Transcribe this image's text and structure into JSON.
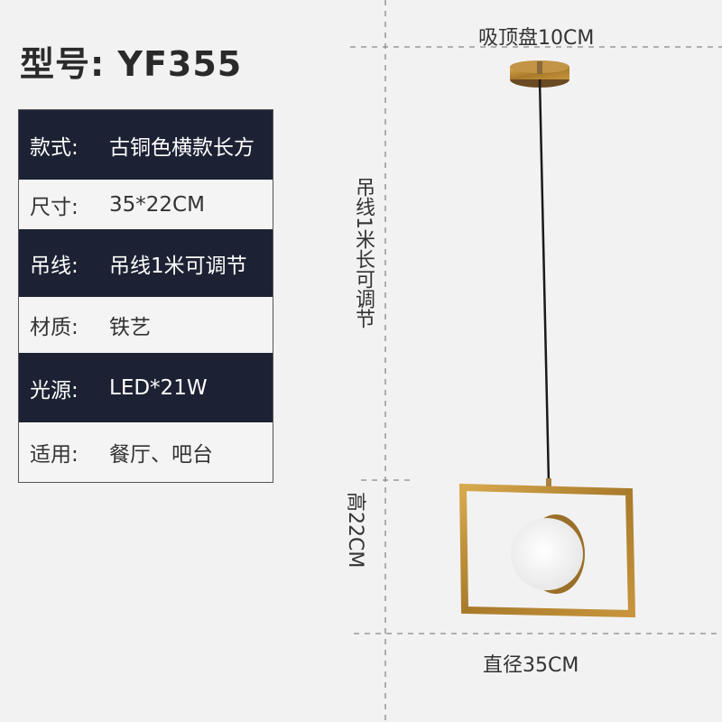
{
  "model": {
    "label": "型号: YF355"
  },
  "specs": [
    {
      "key": "款式:",
      "value": "古铜色横款长方",
      "style": "dark"
    },
    {
      "key": "尺寸:",
      "value": "35*22CM",
      "style": "light"
    },
    {
      "key": "吊线:",
      "value": "吊线1米可调节",
      "style": "dark"
    },
    {
      "key": "材质:",
      "value": "铁艺",
      "style": "light"
    },
    {
      "key": "光源:",
      "value": "LED*21W",
      "style": "dark"
    },
    {
      "key": "适用:",
      "value": "餐厅、吧台",
      "style": "light"
    }
  ],
  "dimensions": {
    "canopy": "吸顶盘10CM",
    "cable": "吊线1米长可调节",
    "height": "高22CM",
    "width": "直径35CM"
  },
  "colors": {
    "dark_row": "#1c2233",
    "brass": "#b8862f",
    "background": "#f2f2f2"
  }
}
